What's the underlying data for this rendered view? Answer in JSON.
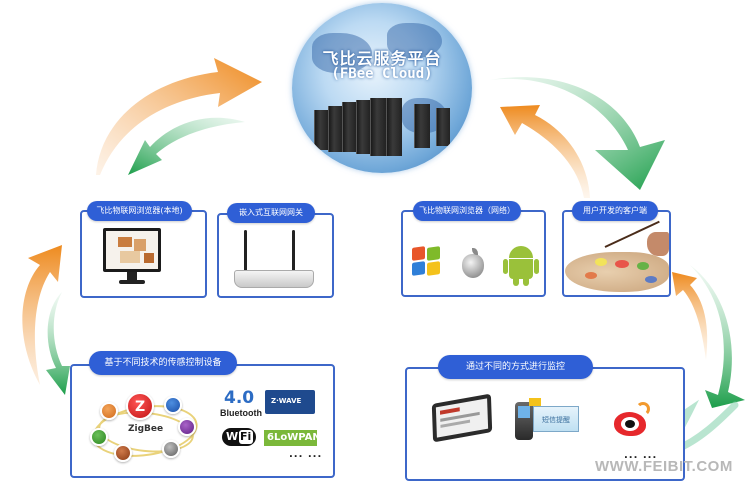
{
  "cloud": {
    "title": "飞比云服务平台",
    "subtitle": "(FBee Cloud)",
    "icon": "server-rack-icon"
  },
  "panels": {
    "local_browser": {
      "label": "飞比物联网浏览器(本地)",
      "icon": "monitor-icon"
    },
    "gateway": {
      "label": "嵌入式互联网网关",
      "icon": "router-icon"
    },
    "web_browser": {
      "label": "飞比物联网浏览器（网络）",
      "platforms": [
        "Windows",
        "Apple",
        "Android"
      ]
    },
    "custom_client": {
      "label": "用户开发的客户端",
      "icon": "paint-palette-icon"
    },
    "sensor_devices": {
      "label": "基于不同技术的传感控制设备",
      "zigbee_label": "ZigBee",
      "technologies": [
        "4.0 Bluetooth",
        "Z-WAVE",
        "WiFi",
        "6LoWPAN"
      ],
      "more": "... ..."
    },
    "monitoring": {
      "label": "通过不同的方式进行监控",
      "methods": [
        "tablet",
        "sms",
        "weibo"
      ],
      "sms_text": "短信提醒",
      "more": "... ..."
    }
  },
  "bluetooth": {
    "version": "4.0",
    "name": "Bluetooth"
  },
  "zwave": {
    "name": "Z·WAVE"
  },
  "wifi": {
    "left": "Wi",
    "right": "Fi"
  },
  "lowpan": {
    "name": "6LoWPAN"
  },
  "watermark": "WWW.FEIBIT.COM",
  "colors": {
    "panel_border": "#3d67c9",
    "pill_bg": "#2f5fd6",
    "arrow_orange": "#ee8a1e",
    "arrow_green": "#1c9e4a",
    "watermark_green": "#6fc8a0"
  }
}
